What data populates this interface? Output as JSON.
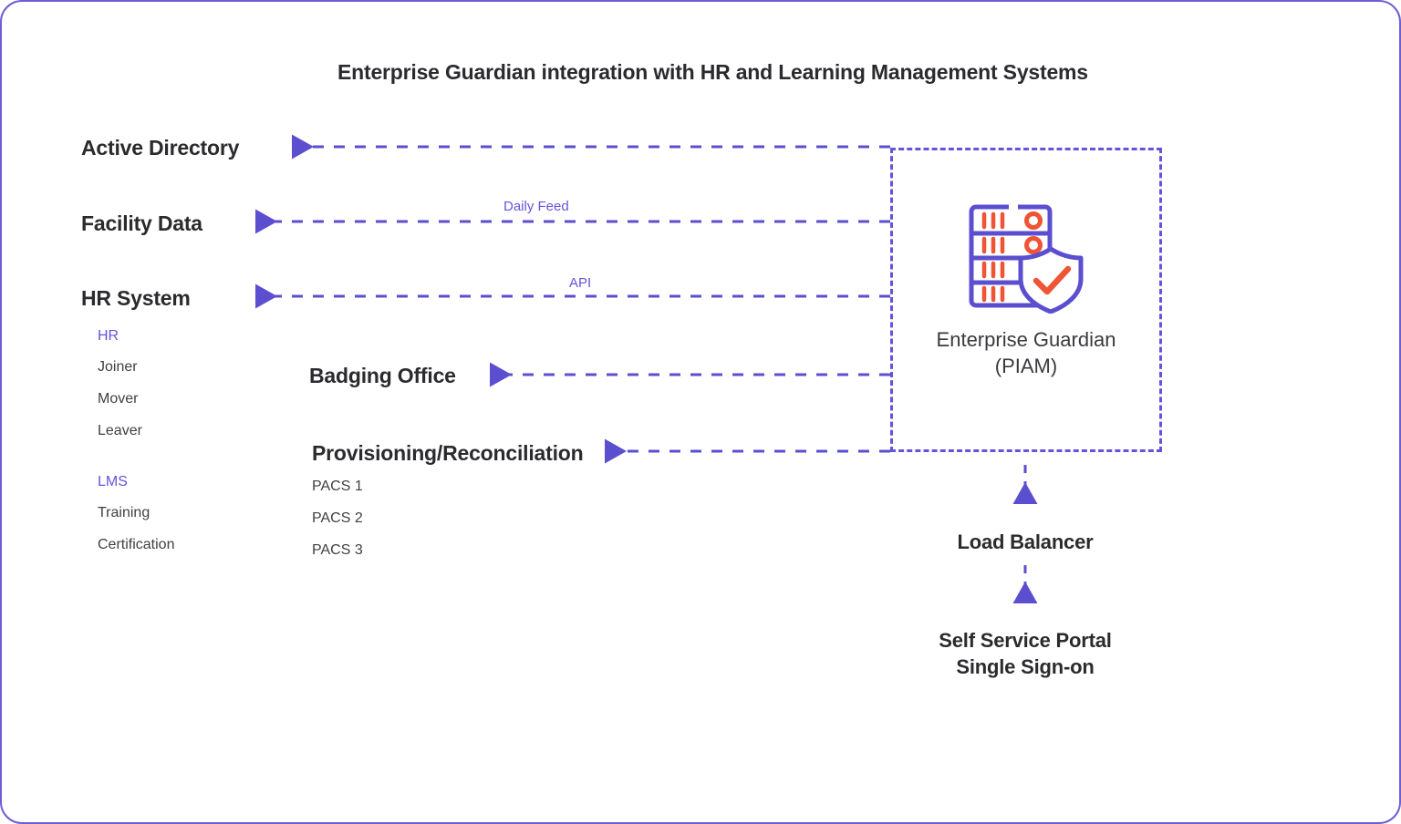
{
  "diagram": {
    "title": "Enterprise Guardian integration with HR and Learning Management Systems",
    "accent_color": "#6355d9",
    "icon_accent_color": "#ef5535",
    "background_color": "#ffffff",
    "text_color": "#2b2b2f"
  },
  "left_nodes": [
    {
      "label": "Active Directory"
    },
    {
      "label": "Facility Data"
    },
    {
      "label": "HR System"
    }
  ],
  "groups": [
    {
      "heading": "HR",
      "items": [
        "Joiner",
        "Mover",
        "Leaver"
      ]
    },
    {
      "heading": "LMS",
      "items": [
        "Training",
        "Certification"
      ]
    }
  ],
  "mid_nodes": [
    {
      "label": "Badging Office"
    },
    {
      "label": "Provisioning/Reconciliation"
    }
  ],
  "pacs": [
    "PACS 1",
    "PACS 2",
    "PACS 3"
  ],
  "edge_labels": [
    {
      "text": "Daily Feed"
    },
    {
      "text": "API"
    }
  ],
  "center": {
    "icon_name": "server-shield-check-icon",
    "caption_line1": "Enterprise Guardian",
    "caption_line2": "(PIAM)"
  },
  "downstream": [
    {
      "label": "Load Balancer"
    },
    {
      "label_line1": "Self Service Portal",
      "label_line2": "Single Sign-on"
    }
  ]
}
